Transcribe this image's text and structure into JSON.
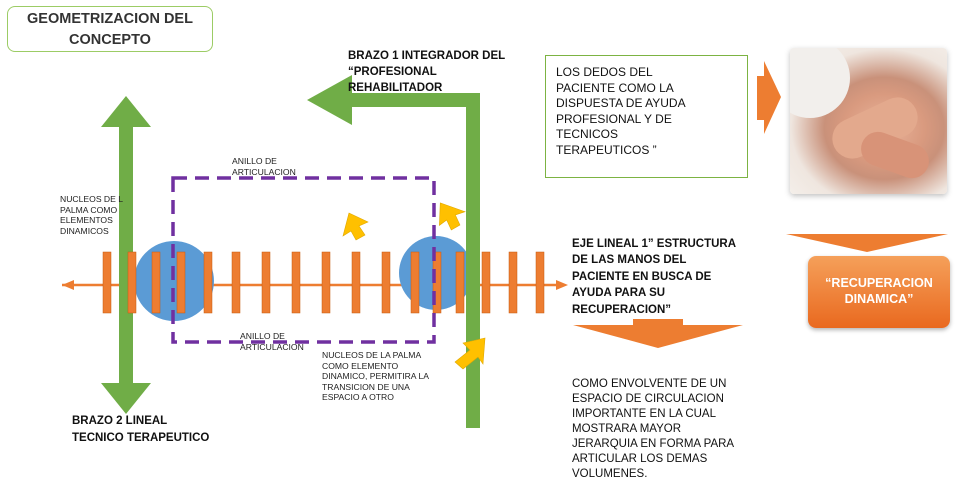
{
  "title": "GEOMETRIZACION DEL\nCONCEPTO",
  "labels": {
    "brazo1": "BRAZO 1 INTEGRADOR DEL\n“PROFESIONAL\nREHABILITADOR",
    "dedos": "LOS DEDOS DEL\nPACIENTE  COMO LA\nDISPUESTA DE AYUDA\nPROFESIONAL  Y DE\nTECNICOS\nTERAPEUTICOS ”",
    "anillo_top": "ANILLO DE\nARTICULACION",
    "anillo_bottom": "ANILLO DE\nARTICULACION",
    "nucleos_left": "NUCLEOS DE L\nPALMA COMO\nELEMENTOS\nDINAMICOS",
    "nucleos_bottom": "NUCLEOS DE LA PALMA\nCOMO ELEMENTO\nDINAMICO, PERMITIRA LA\nTRANSICION DE UNA\nESPACIO A OTRO",
    "eje": "EJE LINEAL  1” ESTRUCTURA\nDE LAS MANOS DEL\nPACIENTE  EN BUSCA DE\nAYUDA PARA SU\nRECUPERACION”",
    "brazo2": "BRAZO 2 LINEAL\nTECNICO TERAPEUTICO",
    "envolvente": "COMO ENVOLVENTE DE UN\nESPACIO DE CIRCULACION\nIMPORTANTE  EN LA CUAL\nMOSTRARA MAYOR\nJERARQUIA EN FORMA PARA\nARTICULAR  LOS DEMAS\nVOLUMENES.",
    "recuperacion": "“RECUPERACION\nDINAMICA”"
  },
  "colors": {
    "green": "#70ad47",
    "orange": "#ed7d31",
    "purple": "#7030a0",
    "blue": "#5b9bd5",
    "yellow": "#ffc000"
  },
  "icons": [
    "photo-hands"
  ]
}
